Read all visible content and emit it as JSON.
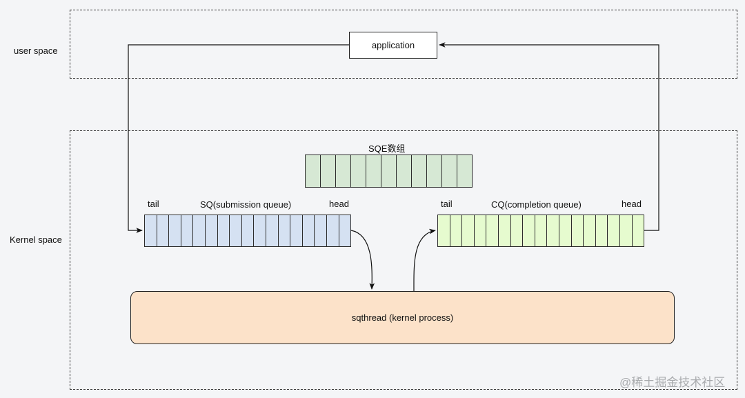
{
  "regions": {
    "user_space": "user space",
    "kernel_space": "Kernel space"
  },
  "nodes": {
    "application": "application",
    "sqthread": "sqthread (kernel  process)"
  },
  "sqe_array": {
    "title": "SQE数组",
    "cell_count": 11,
    "color": "#d6e8d4"
  },
  "sq": {
    "title": "SQ(submission queue)",
    "tail_label": "tail",
    "head_label": "head",
    "cell_count": 17,
    "color": "#d5e1f2"
  },
  "cq": {
    "title": "CQ(completion queue)",
    "tail_label": "tail",
    "head_label": "head",
    "cell_count": 17,
    "color": "#e6fbcf"
  },
  "sqthread_color": "#fce2c9",
  "watermark": "@稀土掘金技术社区"
}
